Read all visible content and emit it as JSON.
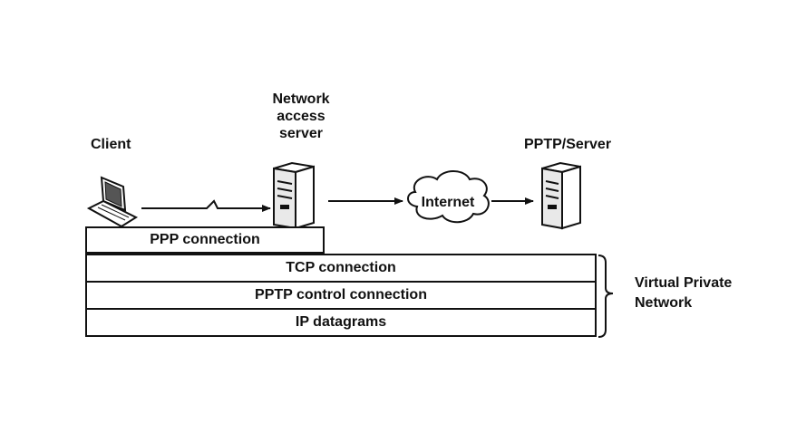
{
  "nodes": {
    "client": {
      "label": "Client",
      "icon": "laptop-icon"
    },
    "nas": {
      "label_lines": [
        "Network",
        "access",
        "server"
      ],
      "icon": "server-tower-icon"
    },
    "internet": {
      "label": "Internet",
      "icon": "cloud-icon"
    },
    "pptp_server": {
      "label": "PPTP/Server",
      "icon": "server-tower-icon"
    }
  },
  "layers": {
    "ppp": "PPP connection",
    "tcp": "TCP connection",
    "pptp_control": "PPTP control connection",
    "ip": "IP datagrams"
  },
  "vpn_label_lines": [
    "Virtual Private",
    "Network"
  ],
  "colors": {
    "ink": "#111111",
    "background": "#ffffff",
    "server_fill": "#e9e9e9"
  }
}
